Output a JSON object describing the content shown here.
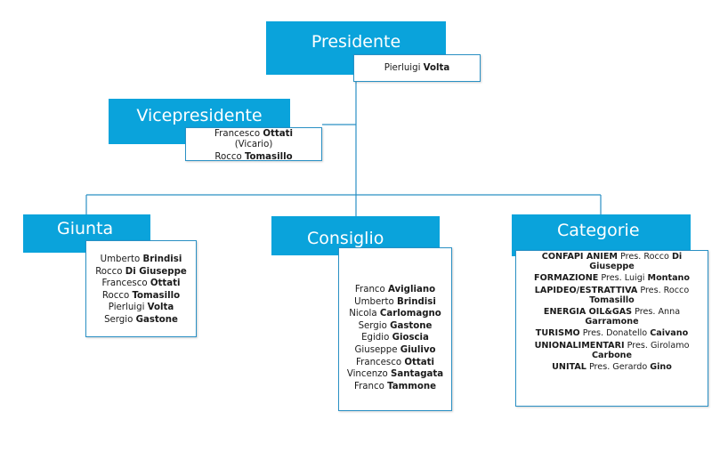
{
  "colors": {
    "header_fill": "#0aa3db",
    "header_text": "#ffffff",
    "connector": "#2a90c4",
    "box_border": "#2a90c4"
  },
  "presidente": {
    "title": "Presidente",
    "members": [
      {
        "first": "Pierluigi",
        "last": "Volta"
      }
    ]
  },
  "vicepresidente": {
    "title": "Vicepresidente",
    "members": [
      {
        "first": "Francesco",
        "last": "Ottati",
        "note": "(Vicario)"
      },
      {
        "first": "Rocco",
        "last": "Tomasillo"
      }
    ]
  },
  "giunta": {
    "title": "Giunta",
    "members": [
      {
        "first": "Umberto",
        "last": "Brindisi"
      },
      {
        "first": "Rocco",
        "last": "Di Giuseppe"
      },
      {
        "first": "Francesco",
        "last": "Ottati"
      },
      {
        "first": "Rocco",
        "last": "Tomasillo"
      },
      {
        "first": "Pierluigi",
        "last": "Volta"
      },
      {
        "first": "Sergio",
        "last": "Gastone"
      }
    ]
  },
  "consiglio": {
    "title": "Consiglio",
    "members": [
      {
        "first": "Franco",
        "last": "Avigliano"
      },
      {
        "first": "Umberto",
        "last": "Brindisi"
      },
      {
        "first": "Nicola",
        "last": "Carlomagno"
      },
      {
        "first": "Sergio",
        "last": "Gastone"
      },
      {
        "first": "Egidio",
        "last": "Gioscia"
      },
      {
        "first": "Giuseppe",
        "last": "Giulivo"
      },
      {
        "first": "Francesco",
        "last": "Ottati"
      },
      {
        "first": "Vincenzo",
        "last": "Santagata"
      },
      {
        "first": "Franco",
        "last": "Tammone"
      }
    ]
  },
  "categorie": {
    "title": "Categorie",
    "items": [
      {
        "name": "CONFAPI ANIEM",
        "prefix": "Pres. Rocco",
        "last": "Di Giuseppe"
      },
      {
        "name": "FORMAZIONE",
        "prefix": "Pres. Luigi",
        "last": "Montano"
      },
      {
        "name": "LAPIDEO/ESTRATTIVA",
        "prefix": "Pres. Rocco",
        "last": "Tomasillo"
      },
      {
        "name": "ENERGIA OIL&GAS",
        "prefix": "Pres. Anna",
        "last": "Garramone"
      },
      {
        "name": "TURISMO",
        "prefix": "Pres. Donatello",
        "last": "Caivano"
      },
      {
        "name": "UNIONALIMENTARI",
        "prefix": "Pres. Girolamo",
        "last": "Carbone"
      },
      {
        "name": "UNITAL",
        "prefix": "Pres. Gerardo",
        "last": "Gino"
      }
    ]
  }
}
